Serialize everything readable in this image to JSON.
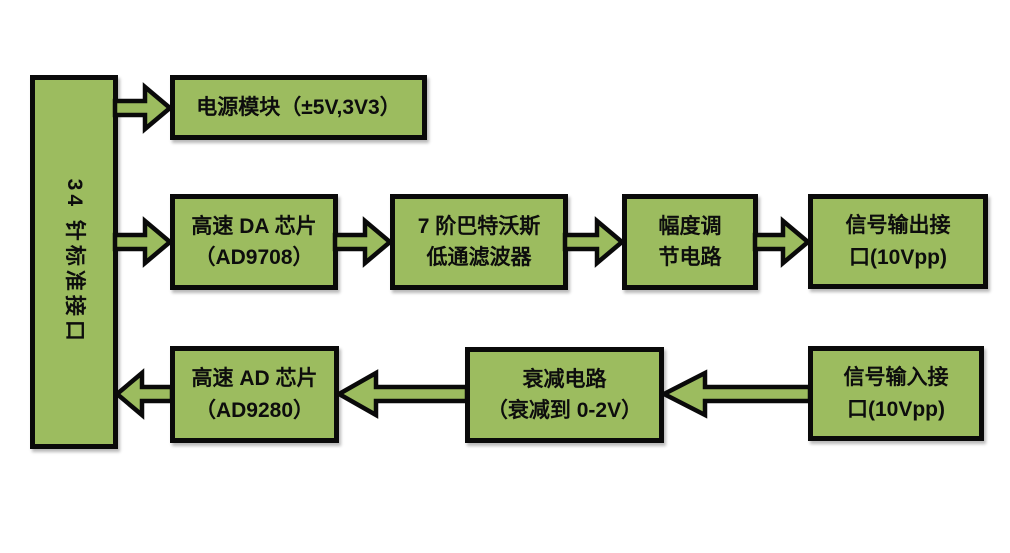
{
  "diagram": {
    "type": "block-diagram",
    "colors": {
      "box_fill": "#9cbc5f",
      "box_border": "#0a0a0a",
      "arrow_fill": "#9cbc5f",
      "background": "#ffffff",
      "text": "#0d0d0d"
    },
    "nodes": {
      "interface": {
        "label": "34 针标准接口"
      },
      "power": {
        "line1": "电源模块（±5V,3V3）"
      },
      "da_chip": {
        "line1": "高速 DA 芯片",
        "line2": "（AD9708）"
      },
      "filter": {
        "line1": "7 阶巴特沃斯",
        "line2": "低通滤波器"
      },
      "amplitude": {
        "line1": "幅度调",
        "line2": "节电路"
      },
      "signal_output": {
        "line1": "信号输出接",
        "line2": "口(10Vpp)"
      },
      "ad_chip": {
        "line1": "高速 AD 芯片",
        "line2": "（AD9280）"
      },
      "attenuation": {
        "line1": "衰减电路",
        "line2": "（衰减到 0-2V）"
      },
      "signal_input": {
        "line1": "信号输入接",
        "line2": "口(10Vpp)"
      }
    },
    "edges": [
      {
        "from": "interface",
        "to": "power",
        "direction": "right"
      },
      {
        "from": "interface",
        "to": "da_chip",
        "direction": "right"
      },
      {
        "from": "da_chip",
        "to": "filter",
        "direction": "right"
      },
      {
        "from": "filter",
        "to": "amplitude",
        "direction": "right"
      },
      {
        "from": "amplitude",
        "to": "signal_output",
        "direction": "right"
      },
      {
        "from": "signal_input",
        "to": "attenuation",
        "direction": "left"
      },
      {
        "from": "attenuation",
        "to": "ad_chip",
        "direction": "left"
      },
      {
        "from": "ad_chip",
        "to": "interface",
        "direction": "left"
      }
    ]
  }
}
